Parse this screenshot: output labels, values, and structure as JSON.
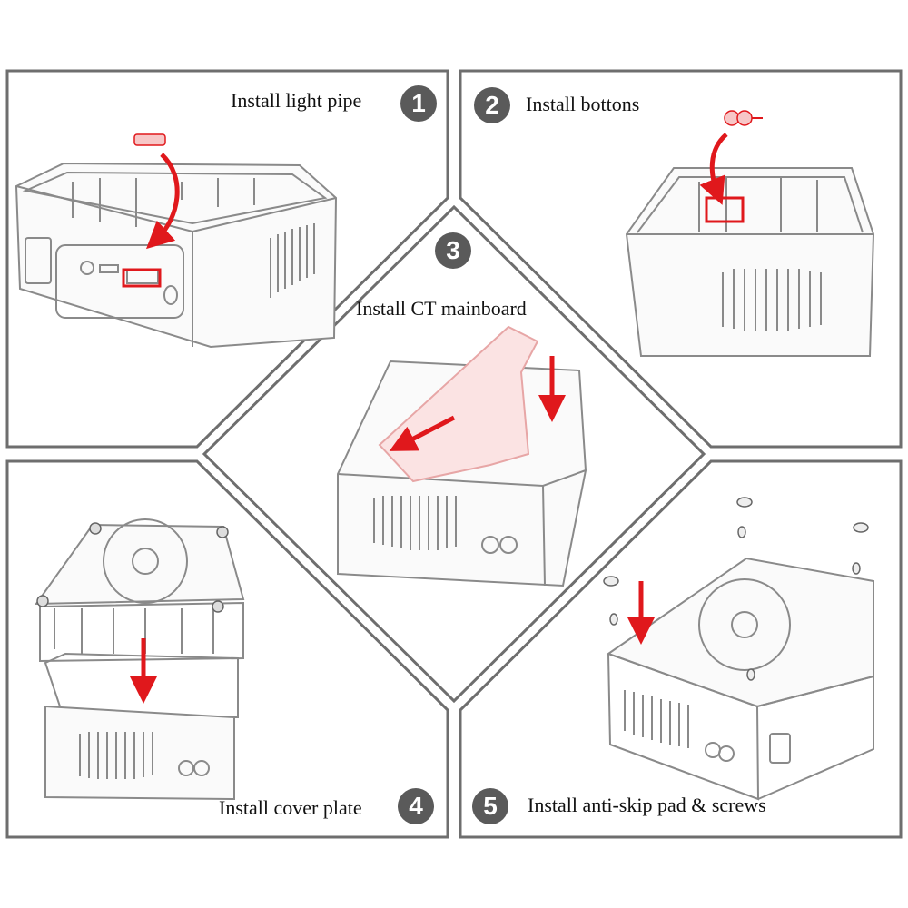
{
  "steps": [
    {
      "number": "1",
      "label": "Install light pipe"
    },
    {
      "number": "2",
      "label": "Install bottons"
    },
    {
      "number": "3",
      "label": "Install CT mainboard"
    },
    {
      "number": "4",
      "label": "Install cover plate"
    },
    {
      "number": "5",
      "label": "Install anti-skip pad & screws"
    }
  ],
  "colors": {
    "frame": "#6e6e6e",
    "line": "#8a8a8a",
    "accent": "#e0181c",
    "badge": "#5a5a5a"
  }
}
